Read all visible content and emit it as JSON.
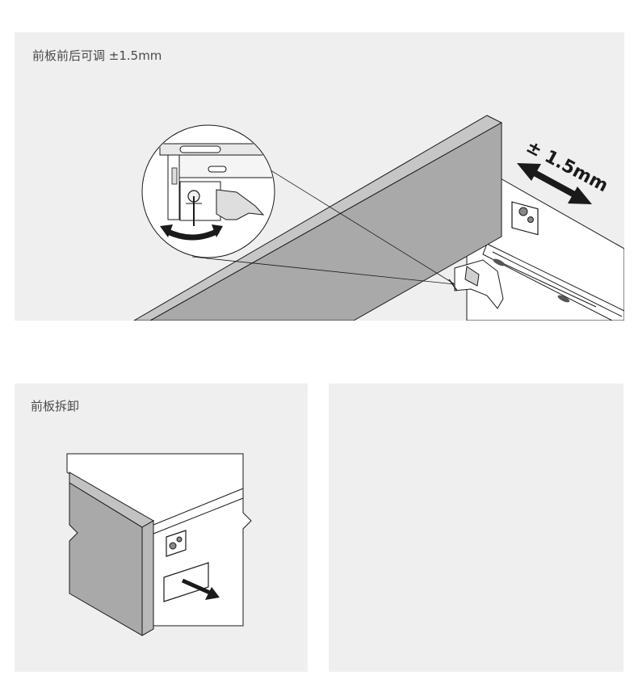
{
  "panels": {
    "top": {
      "caption": "前板前后可调 ±1.5mm",
      "dimension_label": "± 1.5mm"
    },
    "bottom_left": {
      "caption": "前板拆卸"
    },
    "bottom_right": {}
  },
  "colors": {
    "panel_bg": "#efefef",
    "board_face": "#a9a9a9",
    "board_top": "#c6c6c6",
    "outline": "#1a1a1a"
  }
}
